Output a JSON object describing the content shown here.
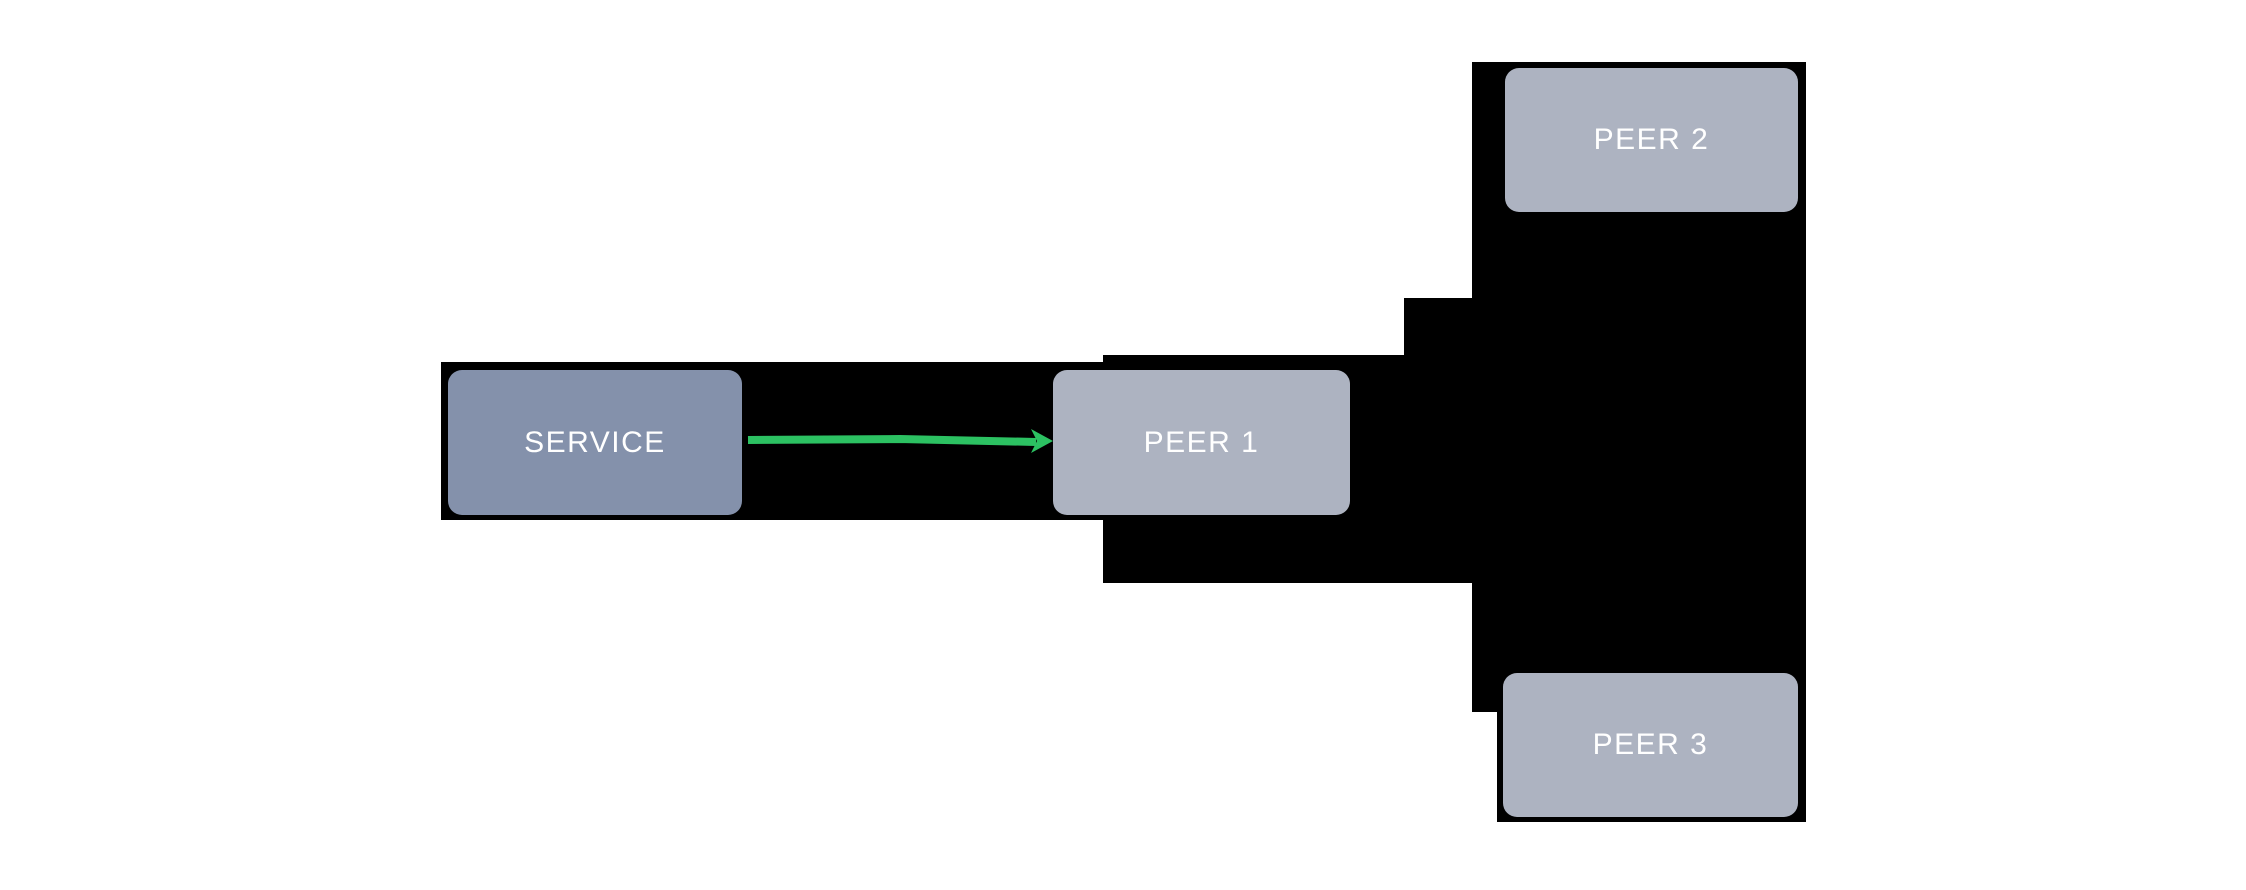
{
  "diagram": {
    "background_color": "#ffffff",
    "connector_color": "#000000",
    "nodes": [
      {
        "id": "service",
        "label": "SERVICE",
        "fill": "#8491ab",
        "text_color": "#ffffff"
      },
      {
        "id": "peer1",
        "label": "PEER 1",
        "fill": "#adb3c1",
        "text_color": "#ffffff"
      },
      {
        "id": "peer2",
        "label": "PEER 2",
        "fill": "#adb3c1",
        "text_color": "#ffffff"
      },
      {
        "id": "peer3",
        "label": "PEER 3",
        "fill": "#adb3c1",
        "text_color": "#ffffff"
      }
    ],
    "edges": [
      {
        "from": "SERVICE",
        "to": "PEER 1",
        "style": "arrow",
        "color": "#2cc162"
      }
    ]
  }
}
